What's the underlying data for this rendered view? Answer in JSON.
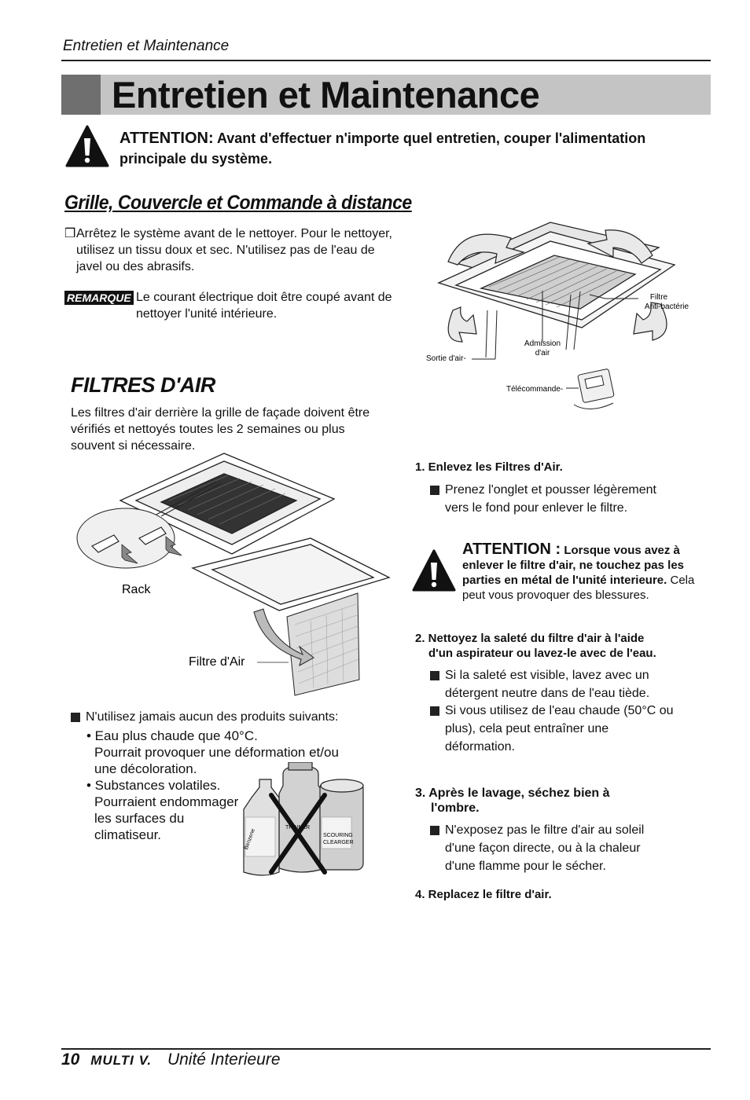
{
  "header": {
    "running_title": "Entretien et Maintenance"
  },
  "title": "Entretien et Maintenance",
  "attention_top": {
    "lead": "ATTENTION:",
    "text": "Avant d'effectuer n'importe quel entretien, couper l'alimentation principale du système."
  },
  "section_grille": {
    "heading": "Grille, Couvercle et Commande à distance",
    "checkbox_glyph": "❒",
    "paragraph": "Arrêtez le système avant de le nettoyer. Pour le nettoyer, utilisez un tissu doux et sec. N'utilisez pas de l'eau de javel ou des abrasifs.",
    "remarque_badge": "REMARQUE",
    "remarque_text": "Le courant électrique doit être coupé avant de nettoyer l'unité intérieure."
  },
  "diagram_unit_labels": {
    "filtre": "Filtre",
    "antibacterie": "Anti-bactérie",
    "admission_1": "Admission",
    "admission_2": "d'air",
    "sortie": "Sortie d'air-",
    "telecommande": "Télécommande-"
  },
  "section_filtres": {
    "heading": "FILTRES D'AIR",
    "paragraph": "Les filtres d'air derrière la grille de façade doivent être vérifiés et nettoyés toutes les 2 semaines ou plus souvent si nécessaire.",
    "label_rack": "Rack",
    "label_filtre": "Filtre d'Air"
  },
  "warnings_list": {
    "intro": "N'utilisez jamais aucun des produits suivants:",
    "item1_line1": "• Eau plus chaude que 40°C.",
    "item1_line2": "Pourrait provoquer une déformation et/ou une décoloration.",
    "item2": "• Substances volatiles. Pourraient endommager les surfaces du climatiseur.",
    "bottle_labels": {
      "benzene": "Benzene",
      "thinner": "THINNER",
      "scouring_1": "SCOURING",
      "scouring_2": "CLEARGER"
    }
  },
  "steps": {
    "s1_title": "1. Enlevez les Filtres d'Air.",
    "s1_b1": "Prenez l'onglet et pousser légèrement vers le fond pour enlever le filtre.",
    "attention2_lead": "ATTENTION :",
    "attention2_bold": "Lorsque vous avez à enlever le filtre d'air, ne touchez pas les parties en métal de l'unité interieure.",
    "attention2_normal": "Cela peut vous provoquer des blessures.",
    "s2_title_1": "2. Nettoyez la saleté du filtre d'air à l'aide",
    "s2_title_2": "d'un aspirateur ou lavez-le avec de l'eau.",
    "s2_b1": "Si la saleté est visible, lavez avec un détergent neutre dans de l'eau tiède.",
    "s2_b2": "Si vous utilisez de l'eau chaude (50°C ou plus), cela peut entraîner une déformation.",
    "s3_title_1": "3. Après le lavage, séchez bien à",
    "s3_title_2": "l'ombre.",
    "s3_b1": "N'exposez pas le filtre d'air au soleil d'une façon directe, ou à la chaleur d'une flamme pour le sécher.",
    "s4_title": "4. Replacez le filtre d'air."
  },
  "footer": {
    "page_number": "10",
    "brand": "MULTI V.",
    "label": "Unité Interieure"
  }
}
